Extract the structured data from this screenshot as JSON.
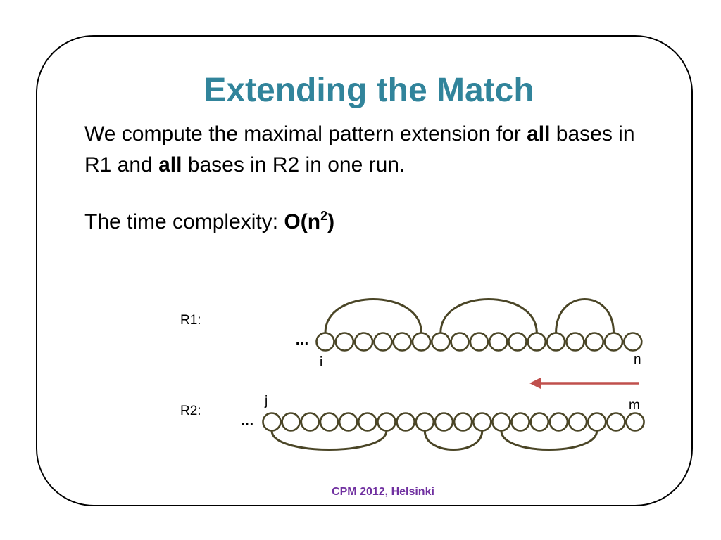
{
  "slide": {
    "title": "Extending the Match",
    "body": {
      "line1": {
        "pre": "We compute the maximal pattern extension for ",
        "bold": "all",
        "post": " bases in"
      },
      "line2": {
        "pre": "R1 and ",
        "bold": "all",
        "post": " bases in R2 in one run."
      },
      "complexity": {
        "pre": "The time complexity: ",
        "bold": "O(n",
        "sup": "2",
        "close": ")"
      }
    },
    "footer": "CPM 2012, Helsinki"
  },
  "diagram": {
    "r1": {
      "label": "R1:",
      "ellipsis": "…",
      "start_label": "i",
      "end_label": "n",
      "bases": 17,
      "arcs": [
        [
          0,
          5
        ],
        [
          6,
          11
        ],
        [
          12,
          15
        ]
      ]
    },
    "r2": {
      "label": "R2:",
      "ellipsis": "…",
      "start_label": "j",
      "end_label": "m",
      "bases": 20,
      "arcs": [
        [
          0,
          6
        ],
        [
          8,
          11
        ],
        [
          12,
          17
        ]
      ]
    }
  },
  "colors": {
    "title": "#31849B",
    "footer": "#7030A0",
    "strand": "#4A4526",
    "arrow": "#C0504D"
  }
}
